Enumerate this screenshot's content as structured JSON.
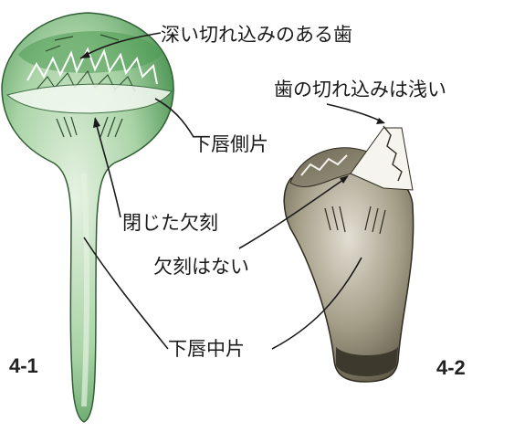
{
  "labels": {
    "deep_notch_teeth": "深い切れ込みのある歯",
    "shallow_notch_teeth": "歯の切れ込みは浅い",
    "lower_lip_side_lobe": "下唇側片",
    "closed_notch": "閉じた欠刻",
    "no_notch": "欠刻はない",
    "lower_lip_middle_lobe": "下唇中片"
  },
  "figures": {
    "left_id": "4-1",
    "right_id": "4-2"
  },
  "colors": {
    "left_fill": "#a9d3a6",
    "left_dark": "#3f8c48",
    "right_fill": "#8a8470",
    "right_dark": "#3d392c",
    "line": "#1a1a1a"
  }
}
